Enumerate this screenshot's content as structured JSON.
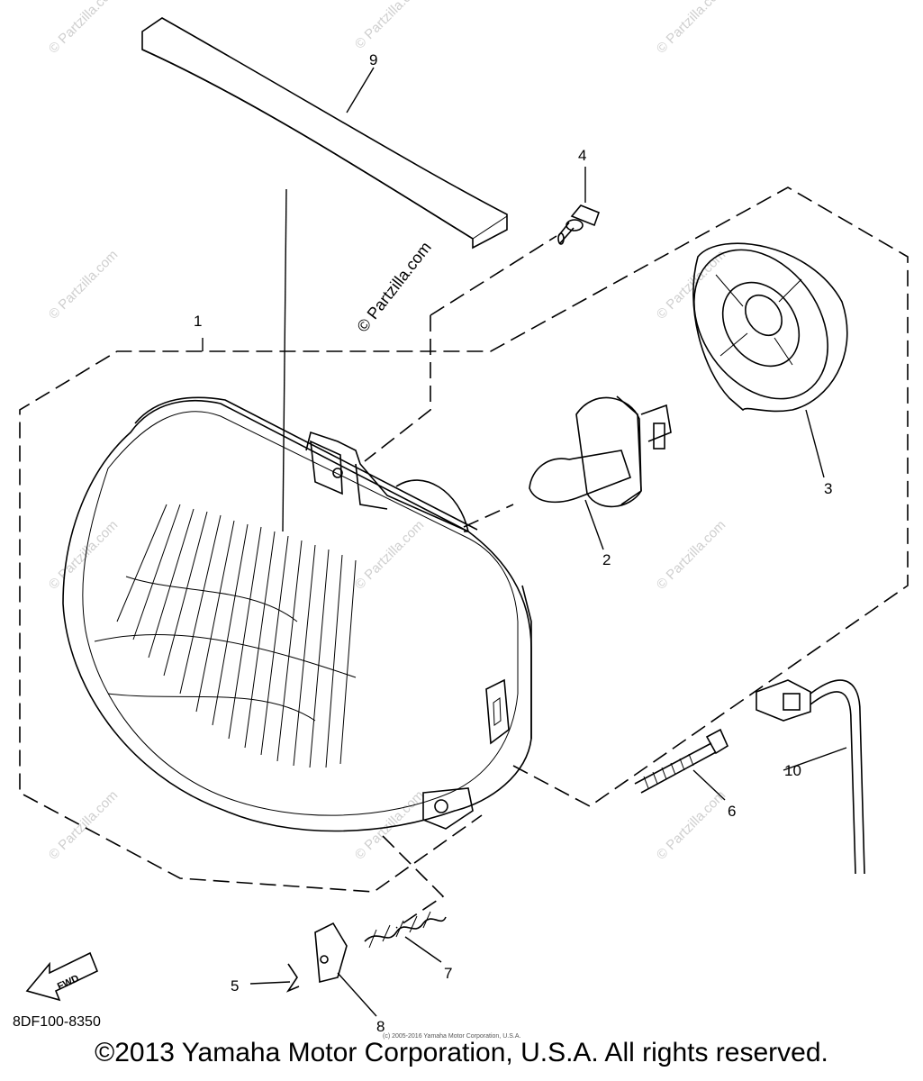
{
  "diagram": {
    "part_code": "8DF100-8350",
    "copyright": "©2013 Yamaha Motor Corporation, U.S.A. All rights reserved.",
    "small_note": "(c) 2005-2016 Yamaha Motor Corporation, U.S.A.",
    "fwd_label": "FWD",
    "watermark": "© Partzilla.com",
    "callouts": {
      "c1": "1",
      "c2": "2",
      "c3": "3",
      "c4": "4",
      "c5": "5",
      "c6": "6",
      "c7": "7",
      "c8": "8",
      "c9": "9",
      "c10": "10"
    }
  }
}
